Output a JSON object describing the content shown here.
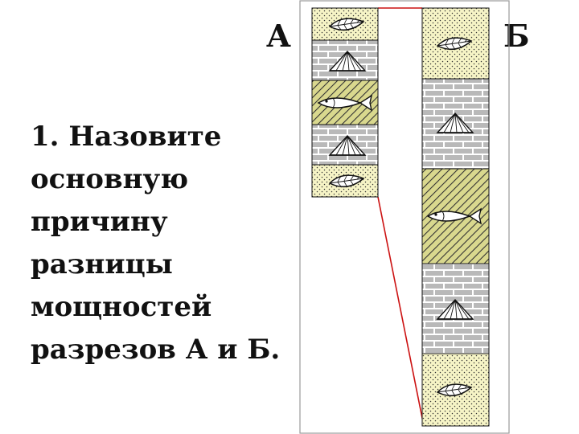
{
  "labels": {
    "a": "А",
    "b": "Б"
  },
  "question": {
    "lines": [
      "1. Назовите",
      "основную",
      "причину",
      "разницы",
      "мощностей",
      "разрезов А и Б."
    ]
  },
  "sections": {
    "a": [
      "sand-leaf",
      "limestone-shell",
      "clay-fish",
      "limestone-shell",
      "sand-leaf"
    ],
    "b": [
      "sand-leaf",
      "limestone-shell",
      "clay-fish",
      "limestone-shell",
      "sand-leaf"
    ]
  },
  "colors": {
    "sand": "#f6f4c6",
    "clay": "#d9d88e",
    "brick": "#b9b9b9",
    "correlation": "#cc1111",
    "frame": "#999999"
  }
}
